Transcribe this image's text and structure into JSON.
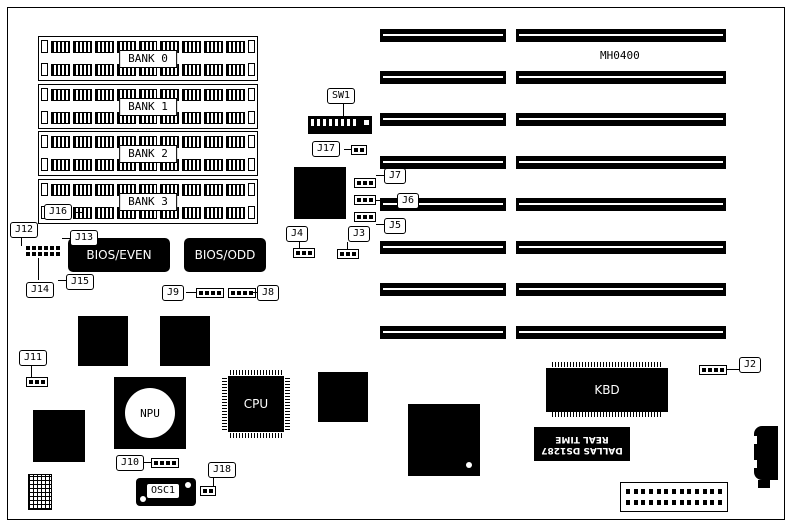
{
  "board": {
    "id": "MH0400"
  },
  "banks": [
    {
      "label": "BANK 0"
    },
    {
      "label": "BANK 1"
    },
    {
      "label": "BANK 2"
    },
    {
      "label": "BANK 3"
    }
  ],
  "chips": {
    "bios_even": "BIOS/EVEN",
    "bios_odd": "BIOS/ODD",
    "npu": "NPU",
    "cpu": "CPU",
    "kbd": "KBD",
    "rtc_line1": "DALLAS DS1287",
    "rtc_line2": "REAL TIME"
  },
  "callouts": {
    "sw1": "SW1",
    "j2": "J2",
    "j3": "J3",
    "j4": "J4",
    "j5": "J5",
    "j6": "J6",
    "j7": "J7",
    "j8": "J8",
    "j9": "J9",
    "j10": "J10",
    "j11": "J11",
    "j12": "J12",
    "j13": "J13",
    "j14": "J14",
    "j15": "J15",
    "j16": "J16",
    "j17": "J17",
    "j18": "J18",
    "osc1": "OSC1"
  }
}
